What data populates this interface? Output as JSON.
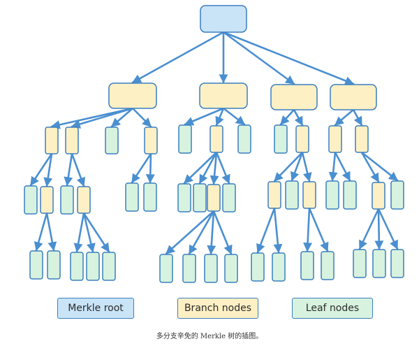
{
  "colors": {
    "root_fill": "#c9e4f7",
    "branch_fill": "#fdf0c4",
    "leaf_fill": "#d7f2de",
    "stroke": "#3a7fc1",
    "arrow": "#4a8fd0"
  },
  "legend": {
    "root_label": "Merkle root",
    "branch_label": "Branch nodes",
    "leaf_label": "Leaf nodes"
  },
  "caption": "多分支辛免的 Merkle 树的插图。",
  "diagram": {
    "type": "merkle-tree",
    "node_kinds": [
      "root",
      "branch",
      "leaf"
    ]
  }
}
